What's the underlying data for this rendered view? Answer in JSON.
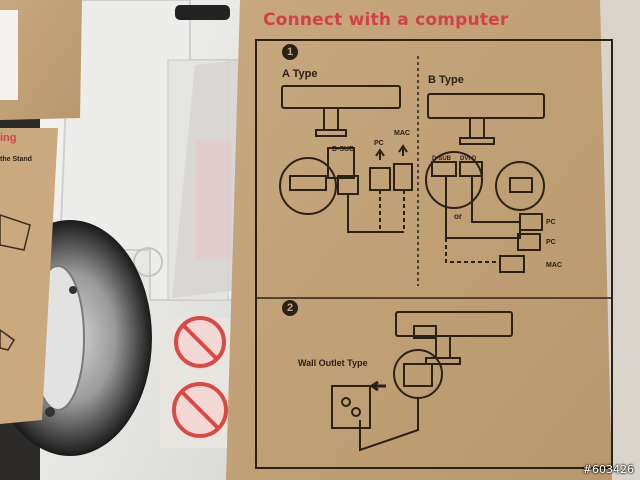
{
  "manual": {
    "title": "Connect with a computer",
    "step1": {
      "number": "1",
      "a_type": {
        "heading": "A Type",
        "port_dsub": "D-SUB",
        "pc": "PC",
        "mac": "MAC"
      },
      "b_type": {
        "heading": "B Type",
        "port_dsub": "D-SUB",
        "port_dvi": "DVI-D",
        "or": "or",
        "pc_1": "PC",
        "pc_2": "PC",
        "mac": "MAC"
      }
    },
    "step2": {
      "number": "2",
      "label": "Wall Outlet Type"
    }
  },
  "left_booklet": {
    "red_text": "ing",
    "caption": "the Stand"
  },
  "watermark": "#603426",
  "colors": {
    "cardboard": "#c4a47a",
    "ink": "#2a2219",
    "title_red": "#d2404a",
    "foam": "#f1f1ef"
  }
}
